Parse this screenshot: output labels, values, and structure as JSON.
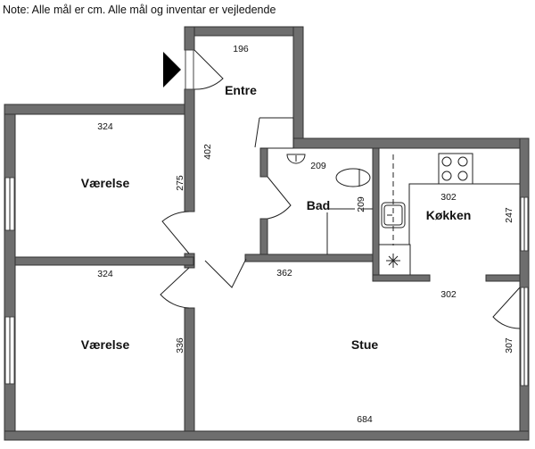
{
  "note": "Note: Alle mål er cm. Alle mål og inventar er vejledende",
  "rooms": {
    "entre": {
      "label": "Entre",
      "width": "196",
      "length": "402"
    },
    "vaerelse_top": {
      "label": "Værelse",
      "width": "324",
      "length": "275"
    },
    "vaerelse_bottom": {
      "label": "Værelse",
      "width": "324",
      "length": "336"
    },
    "bad": {
      "label": "Bad",
      "width": "209",
      "length": "209"
    },
    "koekken": {
      "label": "Køkken",
      "width": "302",
      "length": "247"
    },
    "stue": {
      "label": "Stue",
      "width_top": "362",
      "width_mid": "302",
      "width_bottom": "684",
      "length": "307"
    }
  },
  "icons": [
    "entrance-arrow-icon",
    "toilet-icon",
    "sink-icon",
    "stove-icon",
    "kitchen-sink-icon"
  ]
}
